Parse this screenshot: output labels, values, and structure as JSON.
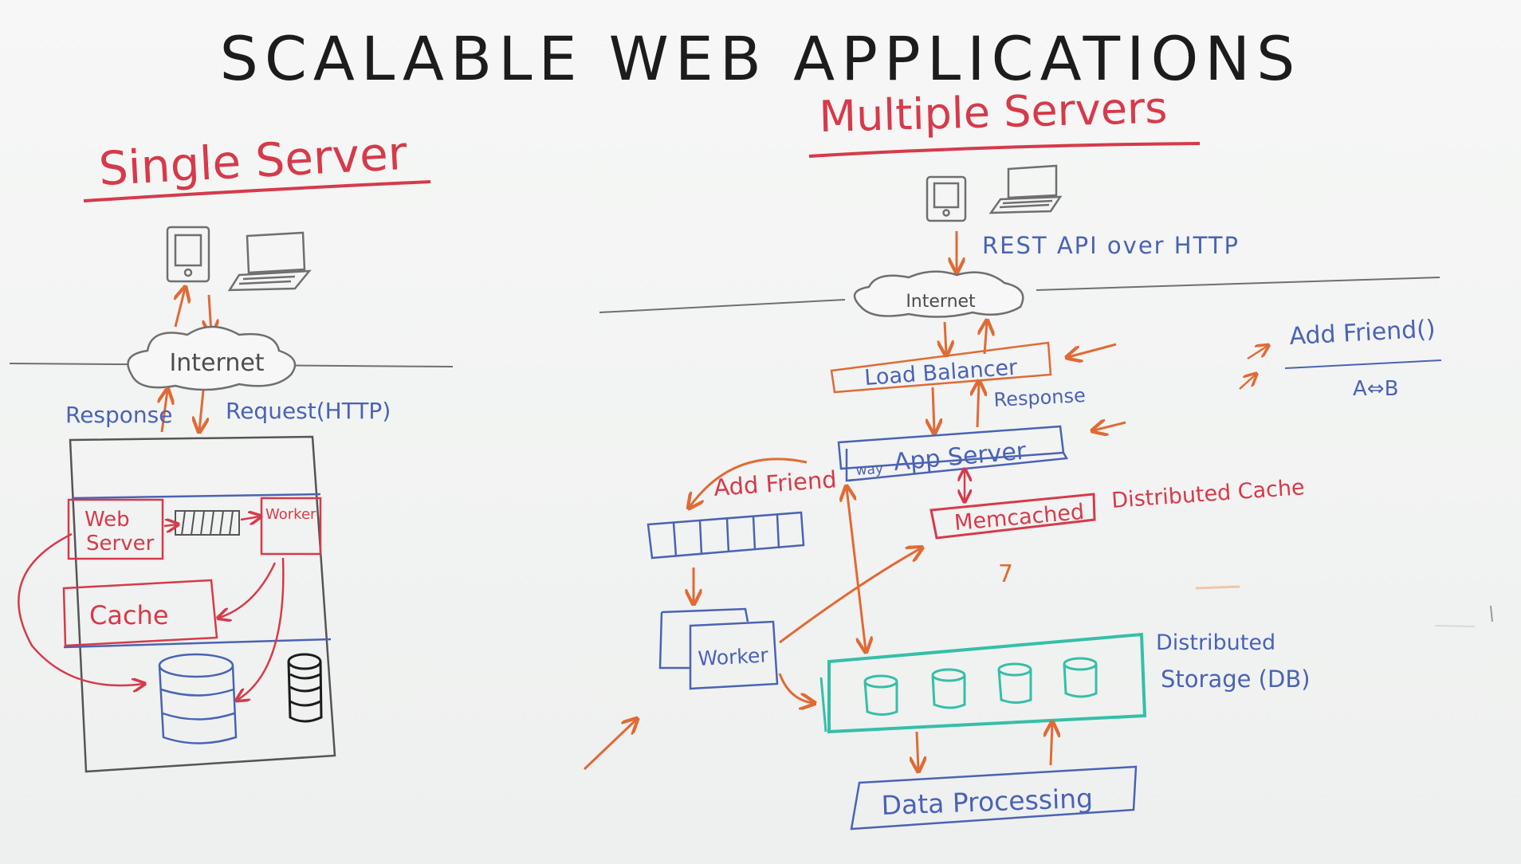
{
  "title": "Scalable Web Applications",
  "colors": {
    "black": "#1c1c1c",
    "red": "#d63a4a",
    "orange": "#e06a35",
    "blue": "#4a63b5",
    "teal": "#35bfa8",
    "gray": "#6f6f6f"
  },
  "single": {
    "heading": "Single Server",
    "internet": "Internet",
    "response": "Response",
    "request": "Request(HTTP)",
    "web_server": [
      "Web",
      "Server"
    ],
    "worker": "Worker",
    "cache": "Cache"
  },
  "multi": {
    "heading": "Multiple Servers",
    "api": "REST API over HTTP",
    "internet": "Internet",
    "load_balancer": "Load Balancer",
    "response": "Response",
    "app_server": "App Server",
    "app_prefix": "way",
    "memcached": "Memcached",
    "distributed_cache": "Distributed Cache",
    "add_friend": "Add Friend",
    "worker": "Worker",
    "storage": [
      "Distributed",
      "Storage (DB)"
    ],
    "data_processing": "Data Processing",
    "side_note": [
      "Add Friend()",
      "A⇔B"
    ]
  }
}
